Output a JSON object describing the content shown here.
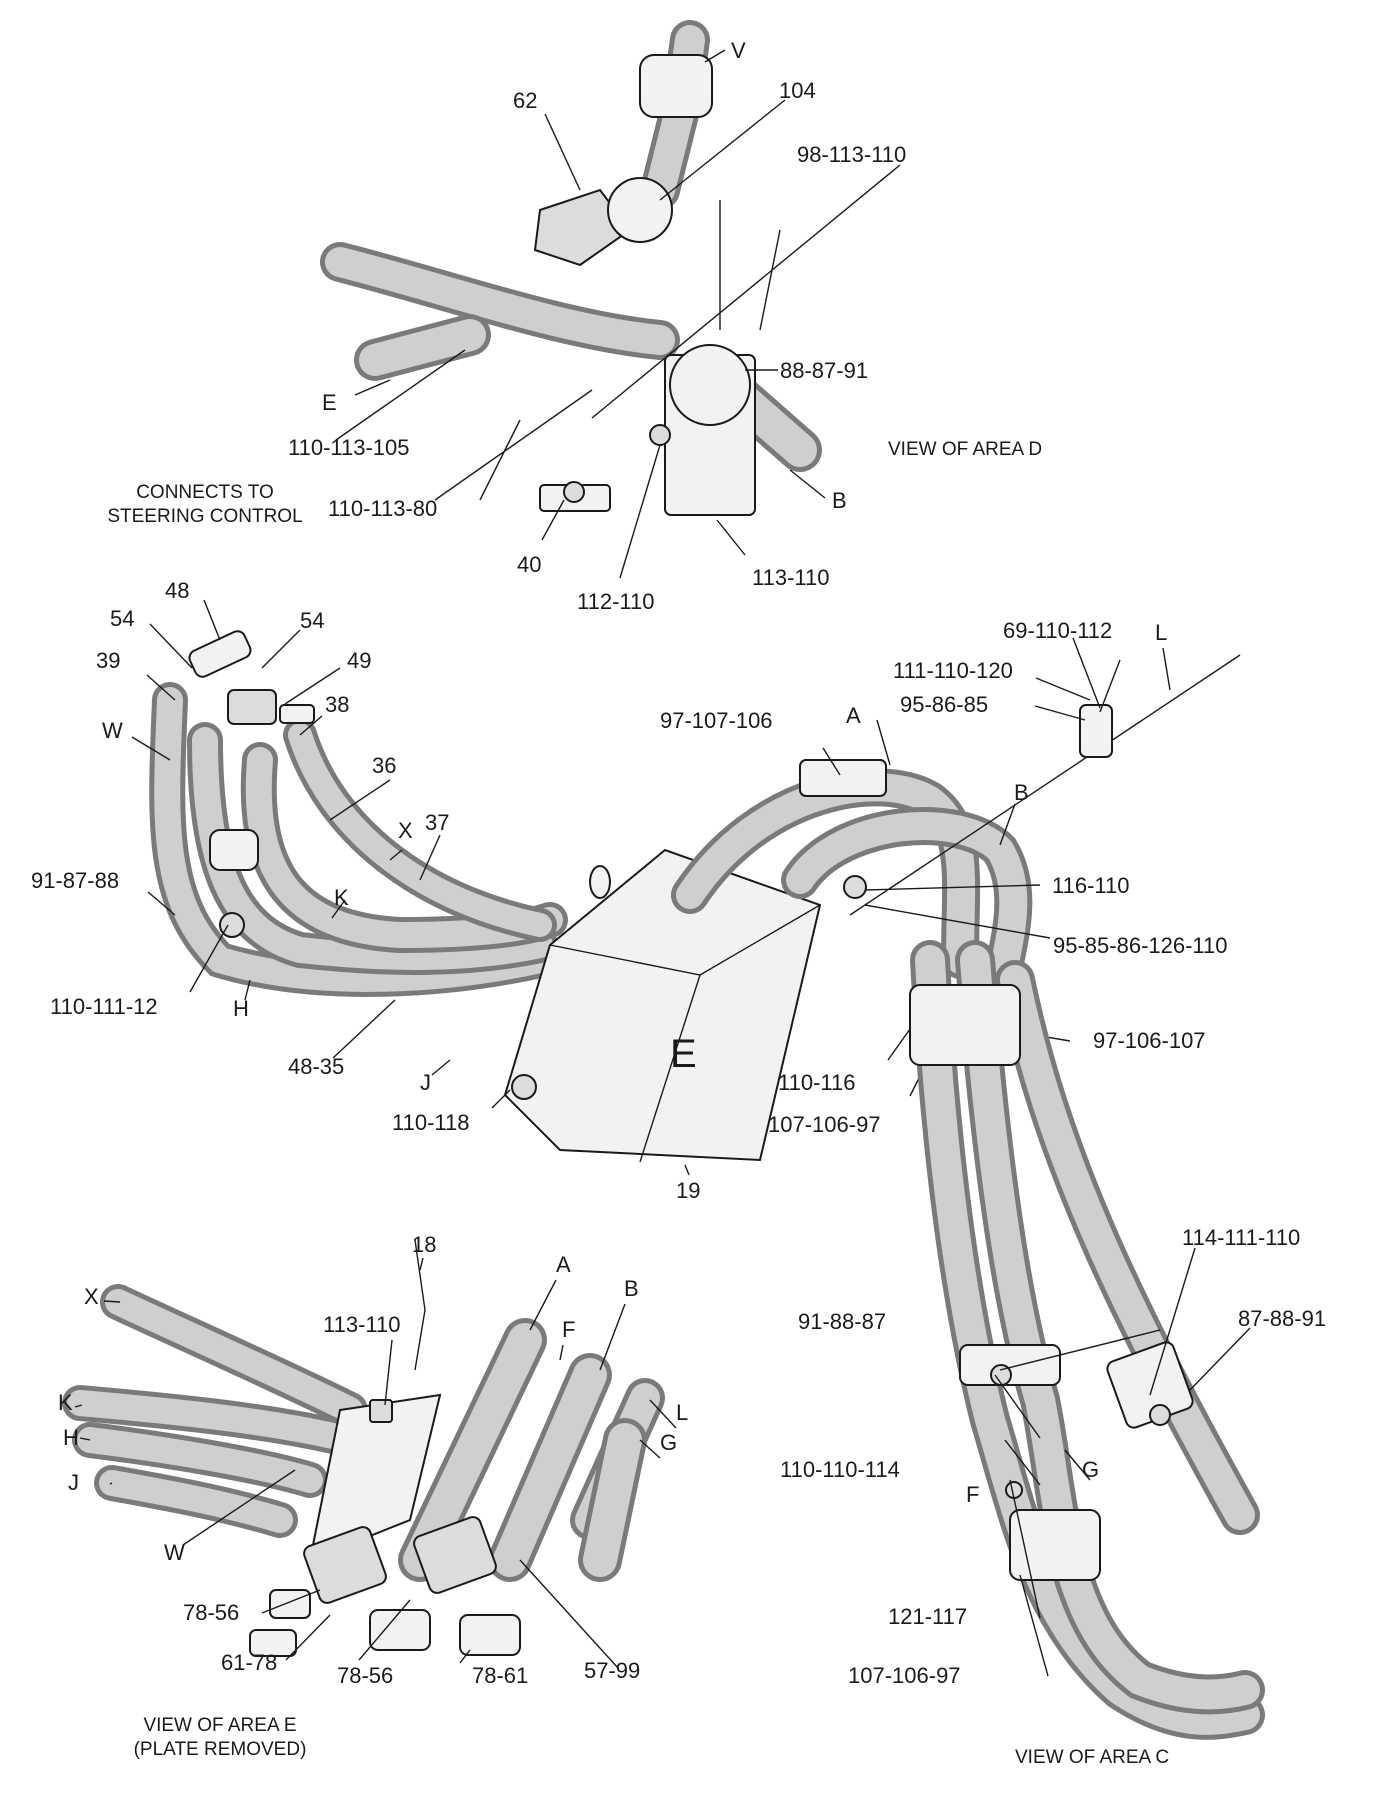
{
  "views": {
    "area_d": "VIEW OF AREA D",
    "area_c": "VIEW OF AREA C",
    "area_e_line1": "VIEW OF AREA E",
    "area_e_line2": "(PLATE REMOVED)"
  },
  "notes": {
    "connects_line1": "CONNECTS TO",
    "connects_line2": "STEERING CONTROL"
  },
  "box_label": "E",
  "callouts_d": {
    "v": "V",
    "c62": "62",
    "c104": "104",
    "c98_113_110": "98-113-110",
    "c88_87_91": "88-87-91",
    "e": "E",
    "c110_113_105": "110-113-105",
    "c110_113_80": "110-113-80",
    "b": "B",
    "c40": "40",
    "c112_110": "112-110",
    "c113_110": "113-110"
  },
  "callouts_main": {
    "c54a": "54",
    "c48": "48",
    "c54b": "54",
    "c39": "39",
    "c49": "49",
    "c38": "38",
    "w": "W",
    "c36": "36",
    "x": "X",
    "c37": "37",
    "k": "K",
    "c91_87_88": "91-87-88",
    "c110_111_12": "110-111-12",
    "h": "H",
    "c48_35": "48-35",
    "j": "J",
    "c110_118": "110-118",
    "c19": "19",
    "c69_110_112": "69-110-112",
    "l": "L",
    "c111_110_120": "111-110-120",
    "c95_86_85": "95-86-85",
    "c97_107_106": "97-107-106",
    "a": "A",
    "b": "B",
    "c116_110": "116-110",
    "c95_85_86_126_110": "95-85-86-126-110",
    "c97_106_107": "97-106-107",
    "c110_116": "110-116",
    "c107_106_97": "107-106-97"
  },
  "callouts_c": {
    "c114_111_110": "114-111-110",
    "c91_88_87": "91-88-87",
    "c87_88_91": "87-88-91",
    "c110_110_114": "110-110-114",
    "f": "F",
    "g": "G",
    "c121_117": "121-117",
    "c107_106_97": "107-106-97"
  },
  "callouts_e": {
    "c18": "18",
    "a": "A",
    "x": "X",
    "c113_110": "113-110",
    "f": "F",
    "b": "B",
    "k": "K",
    "l": "L",
    "h": "H",
    "g": "G",
    "j": "J",
    "w": "W",
    "c78_56a": "78-56",
    "c61_78": "61-78",
    "c78_56b": "78-56",
    "c78_61": "78-61",
    "c57_99": "57-99"
  }
}
